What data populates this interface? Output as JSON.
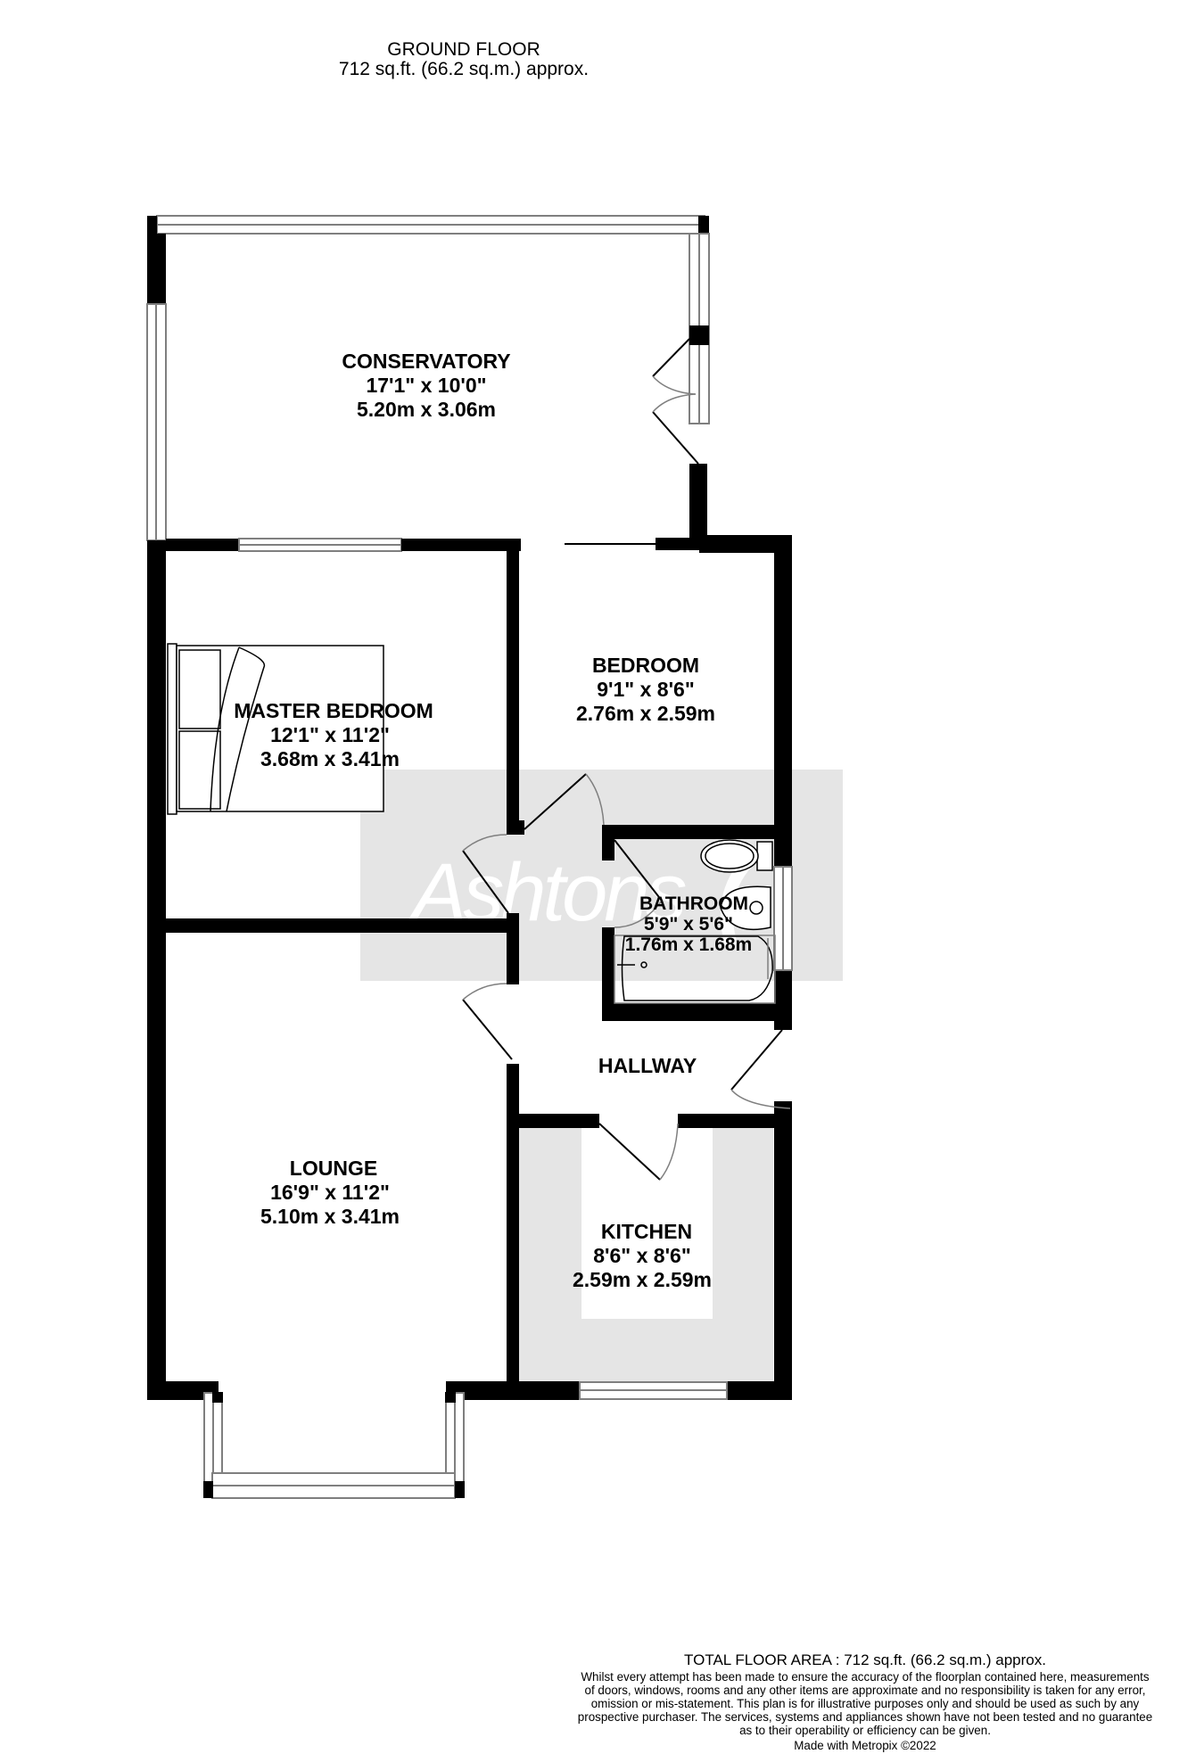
{
  "header": {
    "floor_title": "GROUND FLOOR",
    "floor_area": "712 sq.ft. (66.2 sq.m.) approx."
  },
  "watermark": {
    "brand": "Ashtons",
    "background_color": "#e5e5e5",
    "text_color": "#ffffff"
  },
  "rooms": {
    "conservatory": {
      "name": "CONSERVATORY",
      "imperial": "17'1\"  x 10'0\"",
      "metric": "5.20m  x 3.06m"
    },
    "master_bedroom": {
      "name": "MASTER BEDROOM",
      "imperial": "12'1\"  x 11'2\"",
      "metric": "3.68m  x 3.41m"
    },
    "bedroom": {
      "name": "BEDROOM",
      "imperial": "9'1\"  x 8'6\"",
      "metric": "2.76m  x 2.59m"
    },
    "bathroom": {
      "name": "BATHROOM",
      "imperial": "5'9\"  x 5'6\"",
      "metric": "1.76m  x 1.68m"
    },
    "hallway": {
      "name": "HALLWAY"
    },
    "lounge": {
      "name": "LOUNGE",
      "imperial": "16'9\"  x 11'2\"",
      "metric": "5.10m  x 3.41m"
    },
    "kitchen": {
      "name": "KITCHEN",
      "imperial": "8'6\"  x 8'6\"",
      "metric": "2.59m  x 2.59m"
    }
  },
  "colors": {
    "wall": "#000000",
    "window_frame": "#7f7f7f",
    "shaded_floor": "#e5e5e5"
  },
  "footer": {
    "total_area": "TOTAL FLOOR AREA : 712 sq.ft. (66.2 sq.m.) approx.",
    "disclaimer_lines": [
      "Whilst every attempt has been made to ensure the accuracy of the floorplan contained here, measurements",
      "of doors, windows, rooms and any other items are approximate and no responsibility is taken for any error,",
      "omission or mis-statement. This plan is for illustrative purposes only and should be used as such by any",
      "prospective purchaser. The services, systems and appliances shown have not been tested and no guarantee",
      "as to their operability or efficiency can be given."
    ],
    "made_with": "Made with Metropix ©2022"
  }
}
